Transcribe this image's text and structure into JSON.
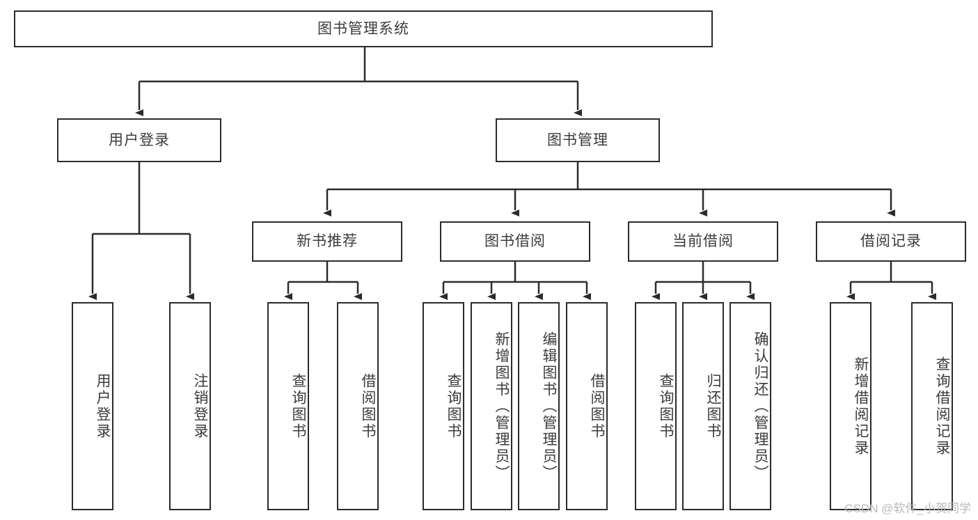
{
  "diagram": {
    "type": "tree",
    "title": "图书管理系统",
    "root": {
      "label": "图书管理系统"
    },
    "level2": [
      {
        "label": "用户登录"
      },
      {
        "label": "图书管理"
      }
    ],
    "level3": [
      {
        "label": "新书推荐"
      },
      {
        "label": "图书借阅"
      },
      {
        "label": "当前借阅"
      },
      {
        "label": "借阅记录"
      }
    ],
    "leaves": {
      "user_login": [
        {
          "label": "用户登录"
        },
        {
          "label": "注销登录"
        }
      ],
      "new_book": [
        {
          "label": "查询图书"
        },
        {
          "label": "借阅图书"
        }
      ],
      "borrow": [
        {
          "label": "查询图书"
        },
        {
          "label": "新增图书（管理员）"
        },
        {
          "label": "编辑图书（管理员）"
        },
        {
          "label": "借阅图书"
        }
      ],
      "current": [
        {
          "label": "查询图书"
        },
        {
          "label": "归还图书"
        },
        {
          "label": "确认归还（管理员）"
        }
      ],
      "records": [
        {
          "label": "新增借阅记录"
        },
        {
          "label": "查询借阅记录"
        }
      ]
    }
  },
  "watermark": {
    "text": "CSDN @软件_小贺同学"
  },
  "colors": {
    "stroke": "#2b2b2b",
    "text": "#3b3b3b",
    "background": "#ffffff",
    "watermark": "#b9b9b9"
  }
}
